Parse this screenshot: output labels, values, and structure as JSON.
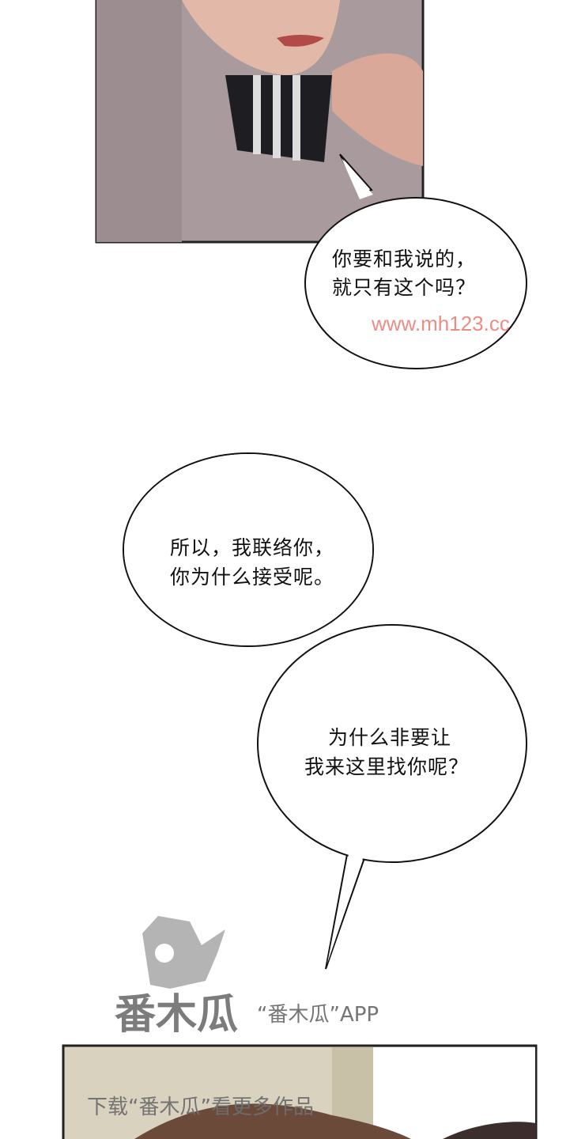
{
  "bubbles": [
    {
      "lines": [
        "你要和我说的，",
        "就只有这个吗？"
      ]
    },
    {
      "lines": [
        "所以，我联络你，",
        "你为什么接受呢。"
      ]
    },
    {
      "lines": [
        "为什么非要让",
        "我来这里找你呢？"
      ]
    }
  ],
  "watermarks": {
    "site": "www.mh123.cc",
    "app_logo": "番木瓜",
    "app_line": "“番木瓜”APP",
    "app_download": "下载“番木瓜”看更多作品"
  },
  "colors": {
    "panel_top": "#a99b9d",
    "panel_bottom": "#d9d2bf",
    "ink": "#111111"
  }
}
